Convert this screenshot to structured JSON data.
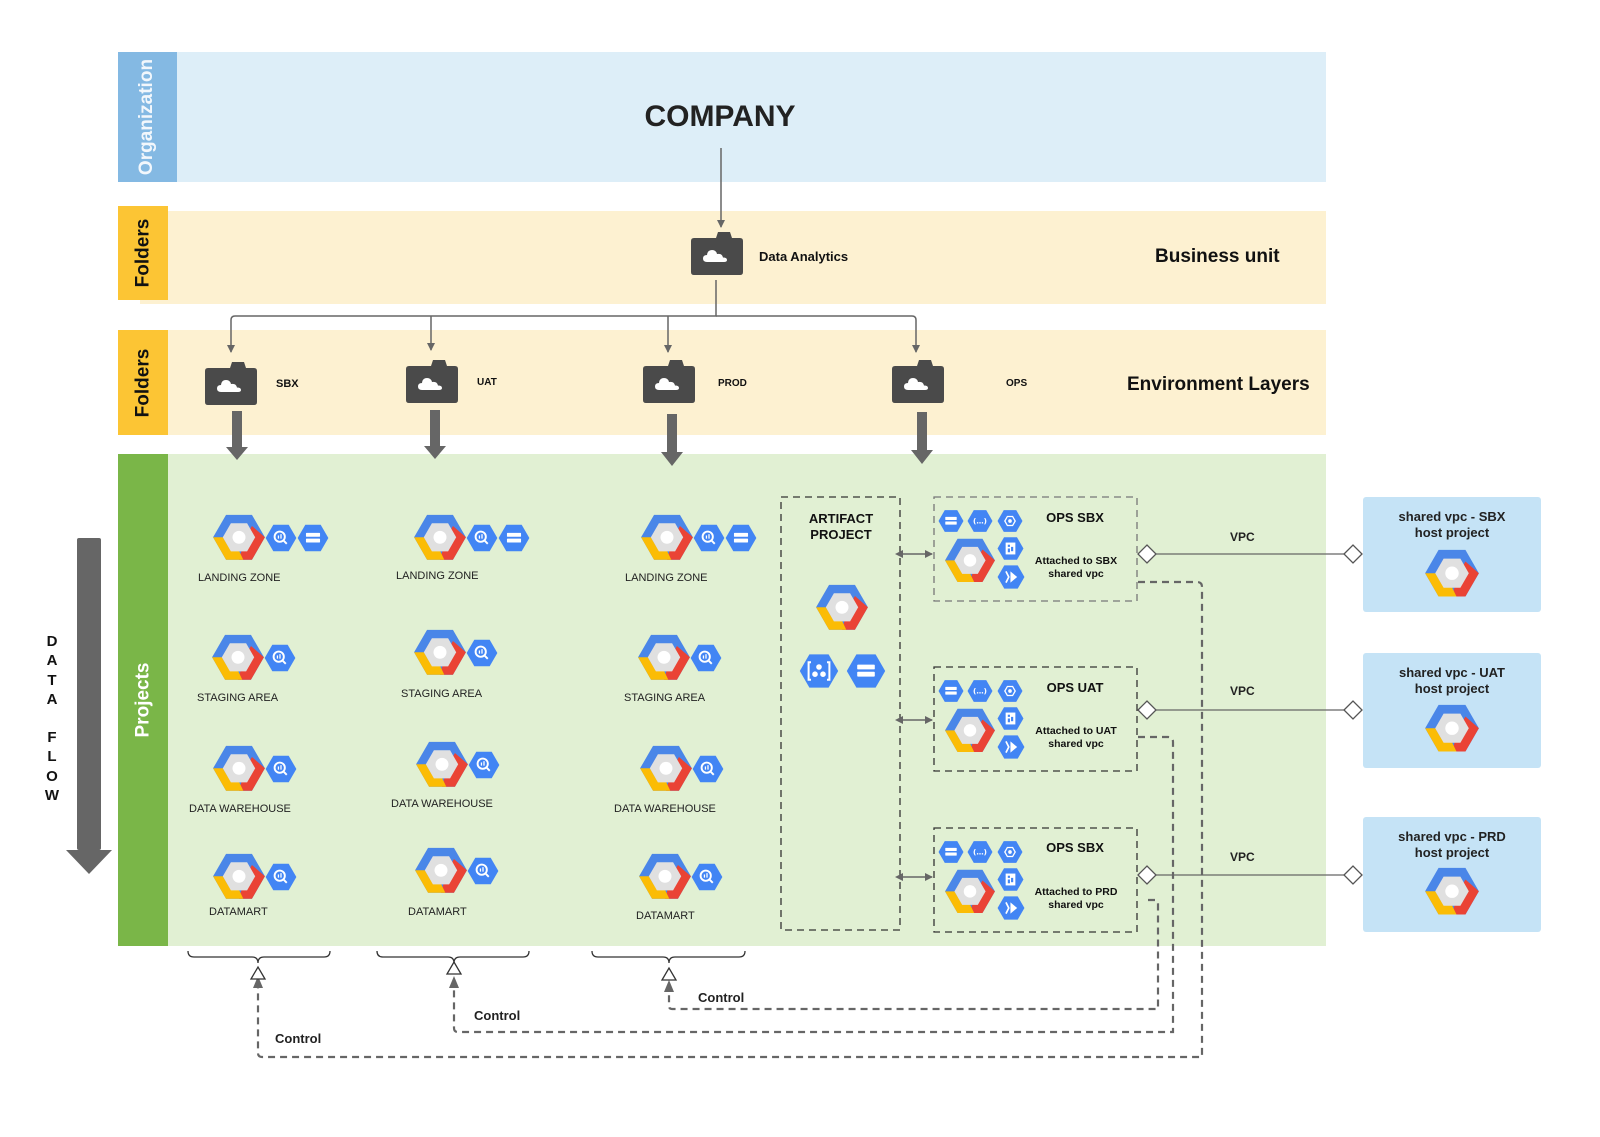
{
  "layers": {
    "organization": "Organization",
    "folders_top": "Folders",
    "folders_env": "Folders",
    "projects": "Projects"
  },
  "organization": {
    "name": "COMPANY"
  },
  "business_unit": {
    "folder_name": "Data Analytics",
    "row_label": "Business unit",
    "icon": "folder-cloud-icon"
  },
  "environment": {
    "row_label": "Environment Layers",
    "folders": [
      {
        "name": "SBX",
        "icon": "folder-cloud-icon"
      },
      {
        "name": "UAT",
        "icon": "folder-cloud-icon"
      },
      {
        "name": "PROD",
        "icon": "folder-cloud-icon"
      },
      {
        "name": "OPS",
        "icon": "folder-cloud-icon"
      }
    ]
  },
  "data_flow_label": [
    "D",
    "A",
    "T",
    "A",
    "",
    "F",
    "L",
    "O",
    "W"
  ],
  "environment_columns": [
    {
      "env": "SBX",
      "projects": [
        {
          "label": "LANDING ZONE",
          "services": [
            "bigquery-icon",
            "storage-icon"
          ]
        },
        {
          "label": "STAGING AREA",
          "services": [
            "bigquery-icon"
          ]
        },
        {
          "label": "DATA WAREHOUSE",
          "services": [
            "bigquery-icon"
          ]
        },
        {
          "label": "DATAMART",
          "services": [
            "bigquery-icon"
          ]
        }
      ]
    },
    {
      "env": "UAT",
      "projects": [
        {
          "label": "LANDING ZONE",
          "services": [
            "bigquery-icon",
            "storage-icon"
          ]
        },
        {
          "label": "STAGING AREA",
          "services": [
            "bigquery-icon"
          ]
        },
        {
          "label": "DATA WAREHOUSE",
          "services": [
            "bigquery-icon"
          ]
        },
        {
          "label": "DATAMART",
          "services": [
            "bigquery-icon"
          ]
        }
      ]
    },
    {
      "env": "PROD",
      "projects": [
        {
          "label": "LANDING ZONE",
          "services": [
            "bigquery-icon",
            "storage-icon"
          ]
        },
        {
          "label": "STAGING AREA",
          "services": [
            "bigquery-icon"
          ]
        },
        {
          "label": "DATA WAREHOUSE",
          "services": [
            "bigquery-icon"
          ]
        },
        {
          "label": "DATAMART",
          "services": [
            "bigquery-icon"
          ]
        }
      ]
    }
  ],
  "artifact_project": {
    "title_line1": "ARTIFACT",
    "title_line2": "PROJECT",
    "services": [
      "artifact-registry-icon",
      "storage-icon"
    ]
  },
  "ops_projects": [
    {
      "title": "OPS SBX",
      "sub_line1": "Attached to SBX",
      "sub_line2": "shared vpc"
    },
    {
      "title": "OPS UAT",
      "sub_line1": "Attached to UAT",
      "sub_line2": "shared vpc"
    },
    {
      "title": "OPS SBX",
      "sub_line1": "Attached to PRD",
      "sub_line2": "shared vpc"
    }
  ],
  "ops_services": [
    "storage-icon",
    "cloud-functions-icon",
    "kubernetes-icon",
    "cloud-build-icon",
    "pubsub-icon"
  ],
  "vpc_links": [
    {
      "label": "VPC"
    },
    {
      "label": "VPC"
    },
    {
      "label": "VPC"
    }
  ],
  "host_projects": [
    {
      "line1": "shared vpc - SBX",
      "line2": "host project"
    },
    {
      "line1": "shared vpc - UAT",
      "line2": "host project"
    },
    {
      "line1": "shared vpc - PRD",
      "line2": "host project"
    }
  ],
  "control_links": [
    {
      "label": "Control",
      "target": "SBX"
    },
    {
      "label": "Control",
      "target": "UAT"
    },
    {
      "label": "Control",
      "target": "PROD"
    }
  ],
  "colors": {
    "gcp_blue": "#4a86e8",
    "gcp_red": "#ea4335",
    "gcp_yellow": "#fbbc05",
    "gcp_grey": "#e0e0e0",
    "service_blue": "#4285f4",
    "folder_dark": "#4a4a4a",
    "connector_grey": "#666666"
  }
}
